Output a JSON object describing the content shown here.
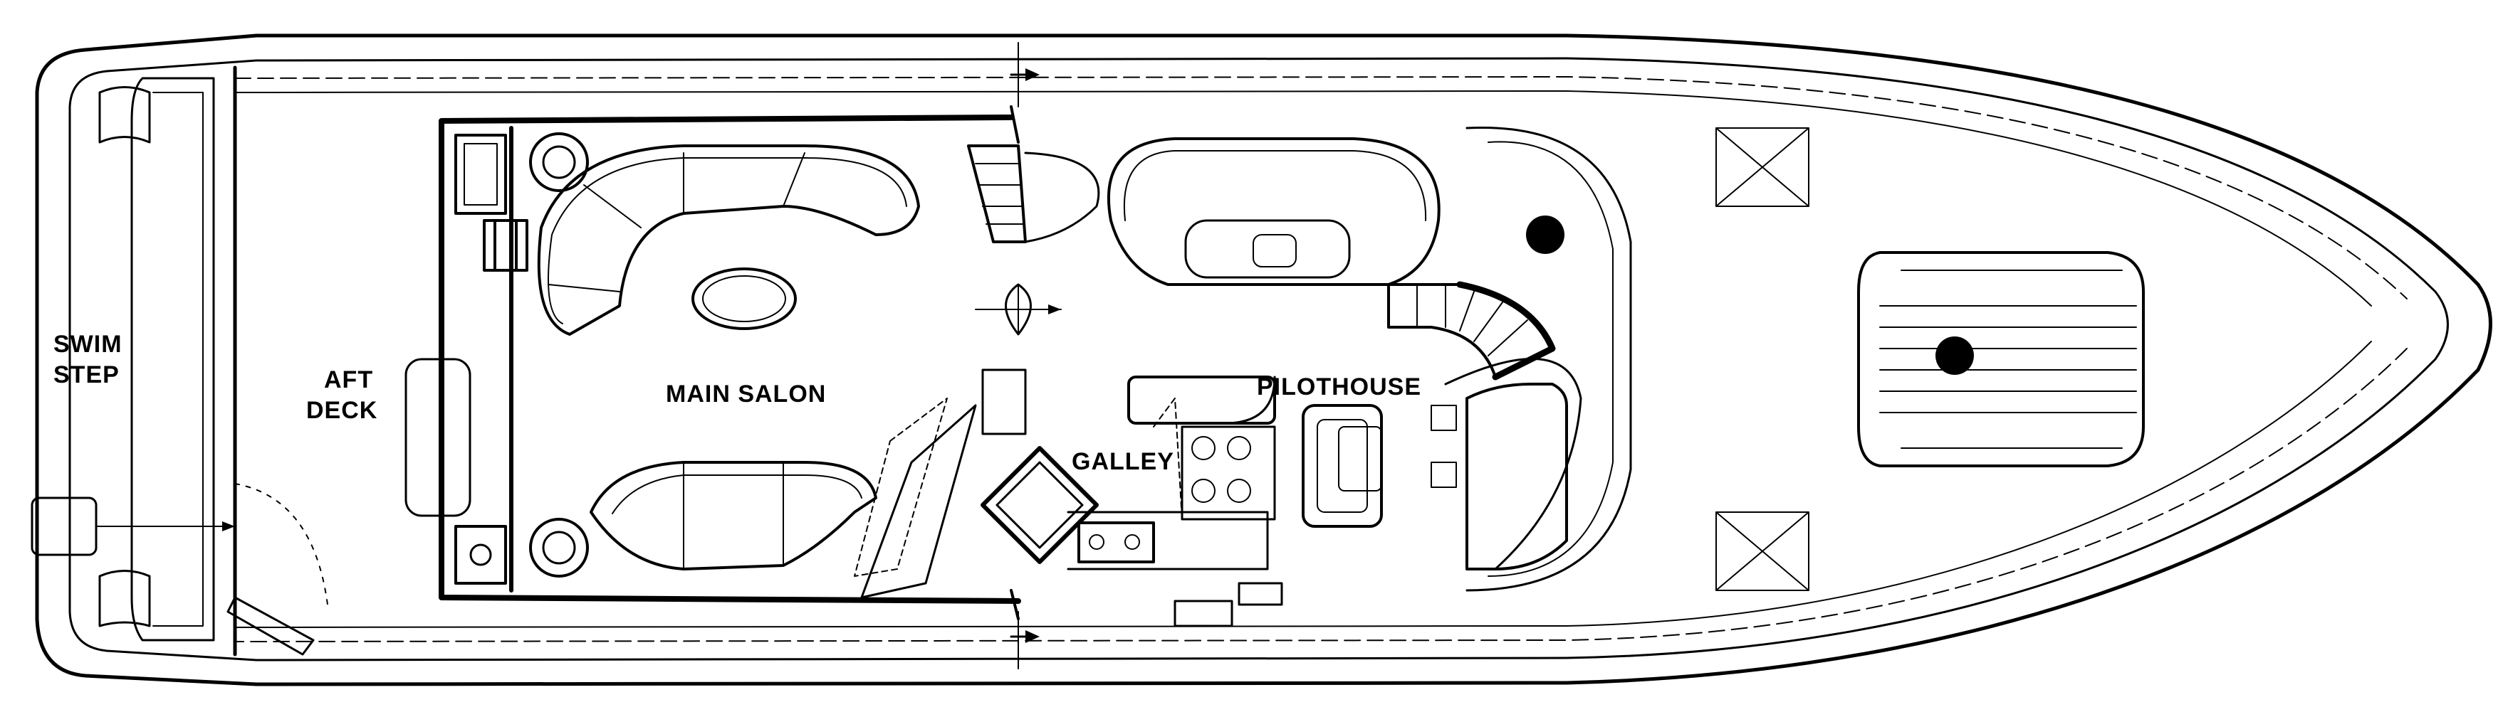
{
  "labels": {
    "swim_step_line1": "SWIM",
    "swim_step_line2": "STEP",
    "aft_deck_line1": "AFT",
    "aft_deck_line2": "DECK",
    "main_salon": "MAIN SALON",
    "galley": "GALLEY",
    "pilothouse": "PILOTHOUSE"
  },
  "colors": {
    "ink": "#000000",
    "paper": "#ffffff"
  }
}
